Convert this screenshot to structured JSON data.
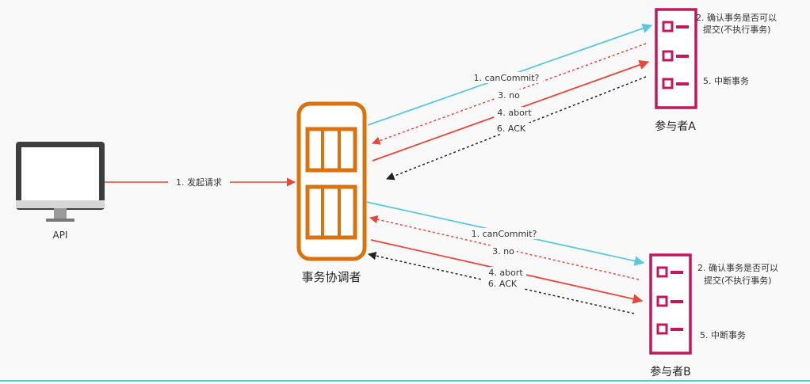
{
  "colors": {
    "cyan": "#5bc8de",
    "red": "#e8473c",
    "dark": "#333333",
    "orange": "#d9730d",
    "magenta": "#c2185b",
    "monitor": "#444444",
    "teal": "#4fd1c5"
  },
  "icons": {
    "computer": "monitor-icon",
    "coordinator": "server-rack-icon",
    "participant": "server-list-icon"
  },
  "api": {
    "label": "API"
  },
  "coordinator": {
    "label": "事务协调者"
  },
  "participant_a": {
    "label": "参与者A",
    "note_line1": "2. 确认事务是否可以",
    "note_line2": "提交(不执行事务)",
    "note_abort": "5. 中断事务"
  },
  "participant_b": {
    "label": "参与者B",
    "note_line1": "2. 确认事务是否可以",
    "note_line2": "提交(不执行事务)",
    "note_abort": "5. 中断事务"
  },
  "messages": {
    "request": "1. 发起请求",
    "a_can_commit": "1. canCommit?",
    "a_no": "3. no",
    "a_abort": "4. abort",
    "a_ack": "6. ACK",
    "b_can_commit": "1. canCommit?",
    "b_no": "3. no",
    "b_abort": "4. abort",
    "b_ack": "6. ACK"
  }
}
